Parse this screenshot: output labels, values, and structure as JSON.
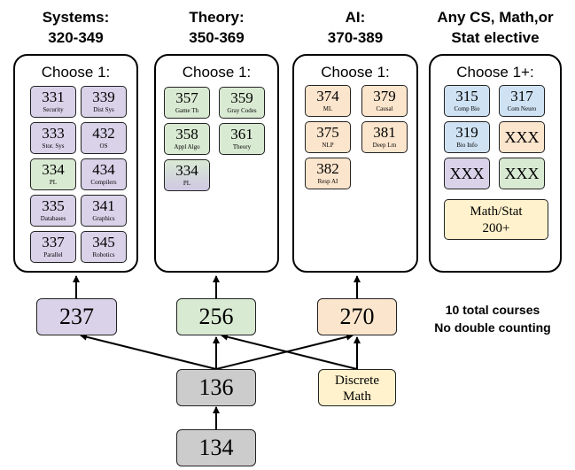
{
  "columns": [
    {
      "title_line1": "Systems:",
      "title_line2": "320-349",
      "choose": "Choose 1:",
      "courses": [
        {
          "num": "331",
          "name": "Security",
          "color": "purple"
        },
        {
          "num": "339",
          "name": "Dist Sys",
          "color": "purple"
        },
        {
          "num": "333",
          "name": "Stor. Sys",
          "color": "purple"
        },
        {
          "num": "432",
          "name": "OS",
          "color": "purple"
        },
        {
          "num": "334",
          "name": "PL",
          "color": "green"
        },
        {
          "num": "434",
          "name": "Compilers",
          "color": "purple"
        },
        {
          "num": "335",
          "name": "Databases",
          "color": "purple"
        },
        {
          "num": "341",
          "name": "Graphics",
          "color": "purple"
        },
        {
          "num": "337",
          "name": "Parallel",
          "color": "purple"
        },
        {
          "num": "345",
          "name": "Robotics",
          "color": "purple"
        }
      ]
    },
    {
      "title_line1": "Theory:",
      "title_line2": "350-369",
      "choose": "Choose 1:",
      "courses": [
        {
          "num": "357",
          "name": "Game Th",
          "color": "green"
        },
        {
          "num": "359",
          "name": "Gray Codes",
          "color": "green"
        },
        {
          "num": "358",
          "name": "Appl Algo",
          "color": "green"
        },
        {
          "num": "361",
          "name": "Theory",
          "color": "green"
        },
        {
          "num": "334",
          "name": "PL",
          "color": "green-purple"
        }
      ]
    },
    {
      "title_line1": "AI:",
      "title_line2": "370-389",
      "choose": "Choose 1:",
      "courses": [
        {
          "num": "374",
          "name": "ML",
          "color": "orange"
        },
        {
          "num": "379",
          "name": "Causal",
          "color": "orange"
        },
        {
          "num": "375",
          "name": "NLP",
          "color": "orange"
        },
        {
          "num": "381",
          "name": "Deep Lrn",
          "color": "orange"
        },
        {
          "num": "382",
          "name": "Resp AI",
          "color": "orange"
        }
      ]
    },
    {
      "title_line1": "Any CS, Math,or",
      "title_line2": "Stat elective",
      "choose": "Choose 1+:",
      "courses": [
        {
          "num": "315",
          "name": "Comp Bio",
          "color": "blue"
        },
        {
          "num": "317",
          "name": "Com Neuro",
          "color": "blue"
        },
        {
          "num": "319",
          "name": "Bio Info",
          "color": "blue"
        },
        {
          "num": "XXX",
          "name": "",
          "color": "orange"
        },
        {
          "num": "XXX",
          "name": "",
          "color": "purple"
        },
        {
          "num": "XXX",
          "name": "",
          "color": "green"
        }
      ],
      "math_stat_line1": "Math/Stat",
      "math_stat_line2": "200+"
    }
  ],
  "nodes": {
    "n237": "237",
    "n256": "256",
    "n270": "270",
    "n136": "136",
    "n134": "134",
    "discrete_line1": "Discrete",
    "discrete_line2": "Math"
  },
  "note": {
    "line1": "10 total courses",
    "line2": "No double counting"
  },
  "colors": {
    "purple": "#d9d2e9",
    "green": "#d9ead3",
    "orange": "#fce5cd",
    "blue": "#cfe2f3",
    "yellow": "#fff2cc",
    "gray": "#cccccc"
  }
}
